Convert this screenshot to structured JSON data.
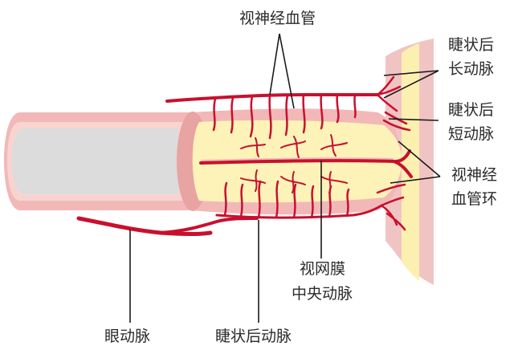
{
  "labels": {
    "optic_nerve_vessels": "视神经血管",
    "long_posterior_ciliary_line1": "睫状后",
    "long_posterior_ciliary_line2": "长动脉",
    "short_posterior_ciliary_line1": "睫状后",
    "short_posterior_ciliary_line2": "短动脉",
    "optic_nerve_vascular_ring_line1": "视神经",
    "optic_nerve_vascular_ring_line2": "血管环",
    "central_retinal_artery_line1": "视网膜",
    "central_retinal_artery_line2": "中央动脉",
    "ophthalmic_artery": "眼动脉",
    "posterior_ciliary_artery": "睫状后动脉"
  },
  "colors": {
    "vessel_red": "#c8102e",
    "sheath_pink": "#f2b8b8",
    "sheath_light": "#f8d4d0",
    "nerve_yellow": "#fdf3b8",
    "nerve_grey": "#dcdcdc",
    "sclera_pink": "#f1c4c4",
    "retina_yellow": "#fbf0b0",
    "text": "#2b2b2b"
  }
}
